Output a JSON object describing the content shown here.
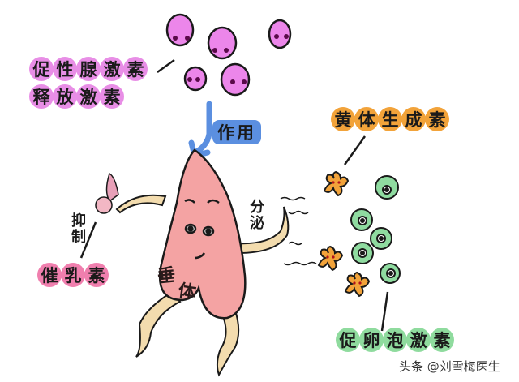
{
  "labels": {
    "gnrh_line1": [
      "促",
      "性",
      "腺",
      "激",
      "素"
    ],
    "gnrh_line2": [
      "释",
      "放",
      "激",
      "素"
    ],
    "action": "作用",
    "lh": [
      "黄",
      "体",
      "生",
      "成",
      "素"
    ],
    "secrete": "分泌",
    "inhibit": "抑制",
    "prolactin": [
      "催",
      "乳",
      "素"
    ],
    "pituitary": [
      "垂",
      "体"
    ],
    "fsh": [
      "促",
      "卵",
      "泡",
      "激",
      "素"
    ]
  },
  "watermark": "头条 @刘雪梅医生",
  "colors": {
    "gnrh": "#e88ee6",
    "lh": "#f2a33a",
    "fsh": "#8fdb9e",
    "prolactin": "#f07fae",
    "pituitary": "#f4a3a3",
    "limbs": "#f3dcae",
    "arrow": "#5b8fe0"
  }
}
